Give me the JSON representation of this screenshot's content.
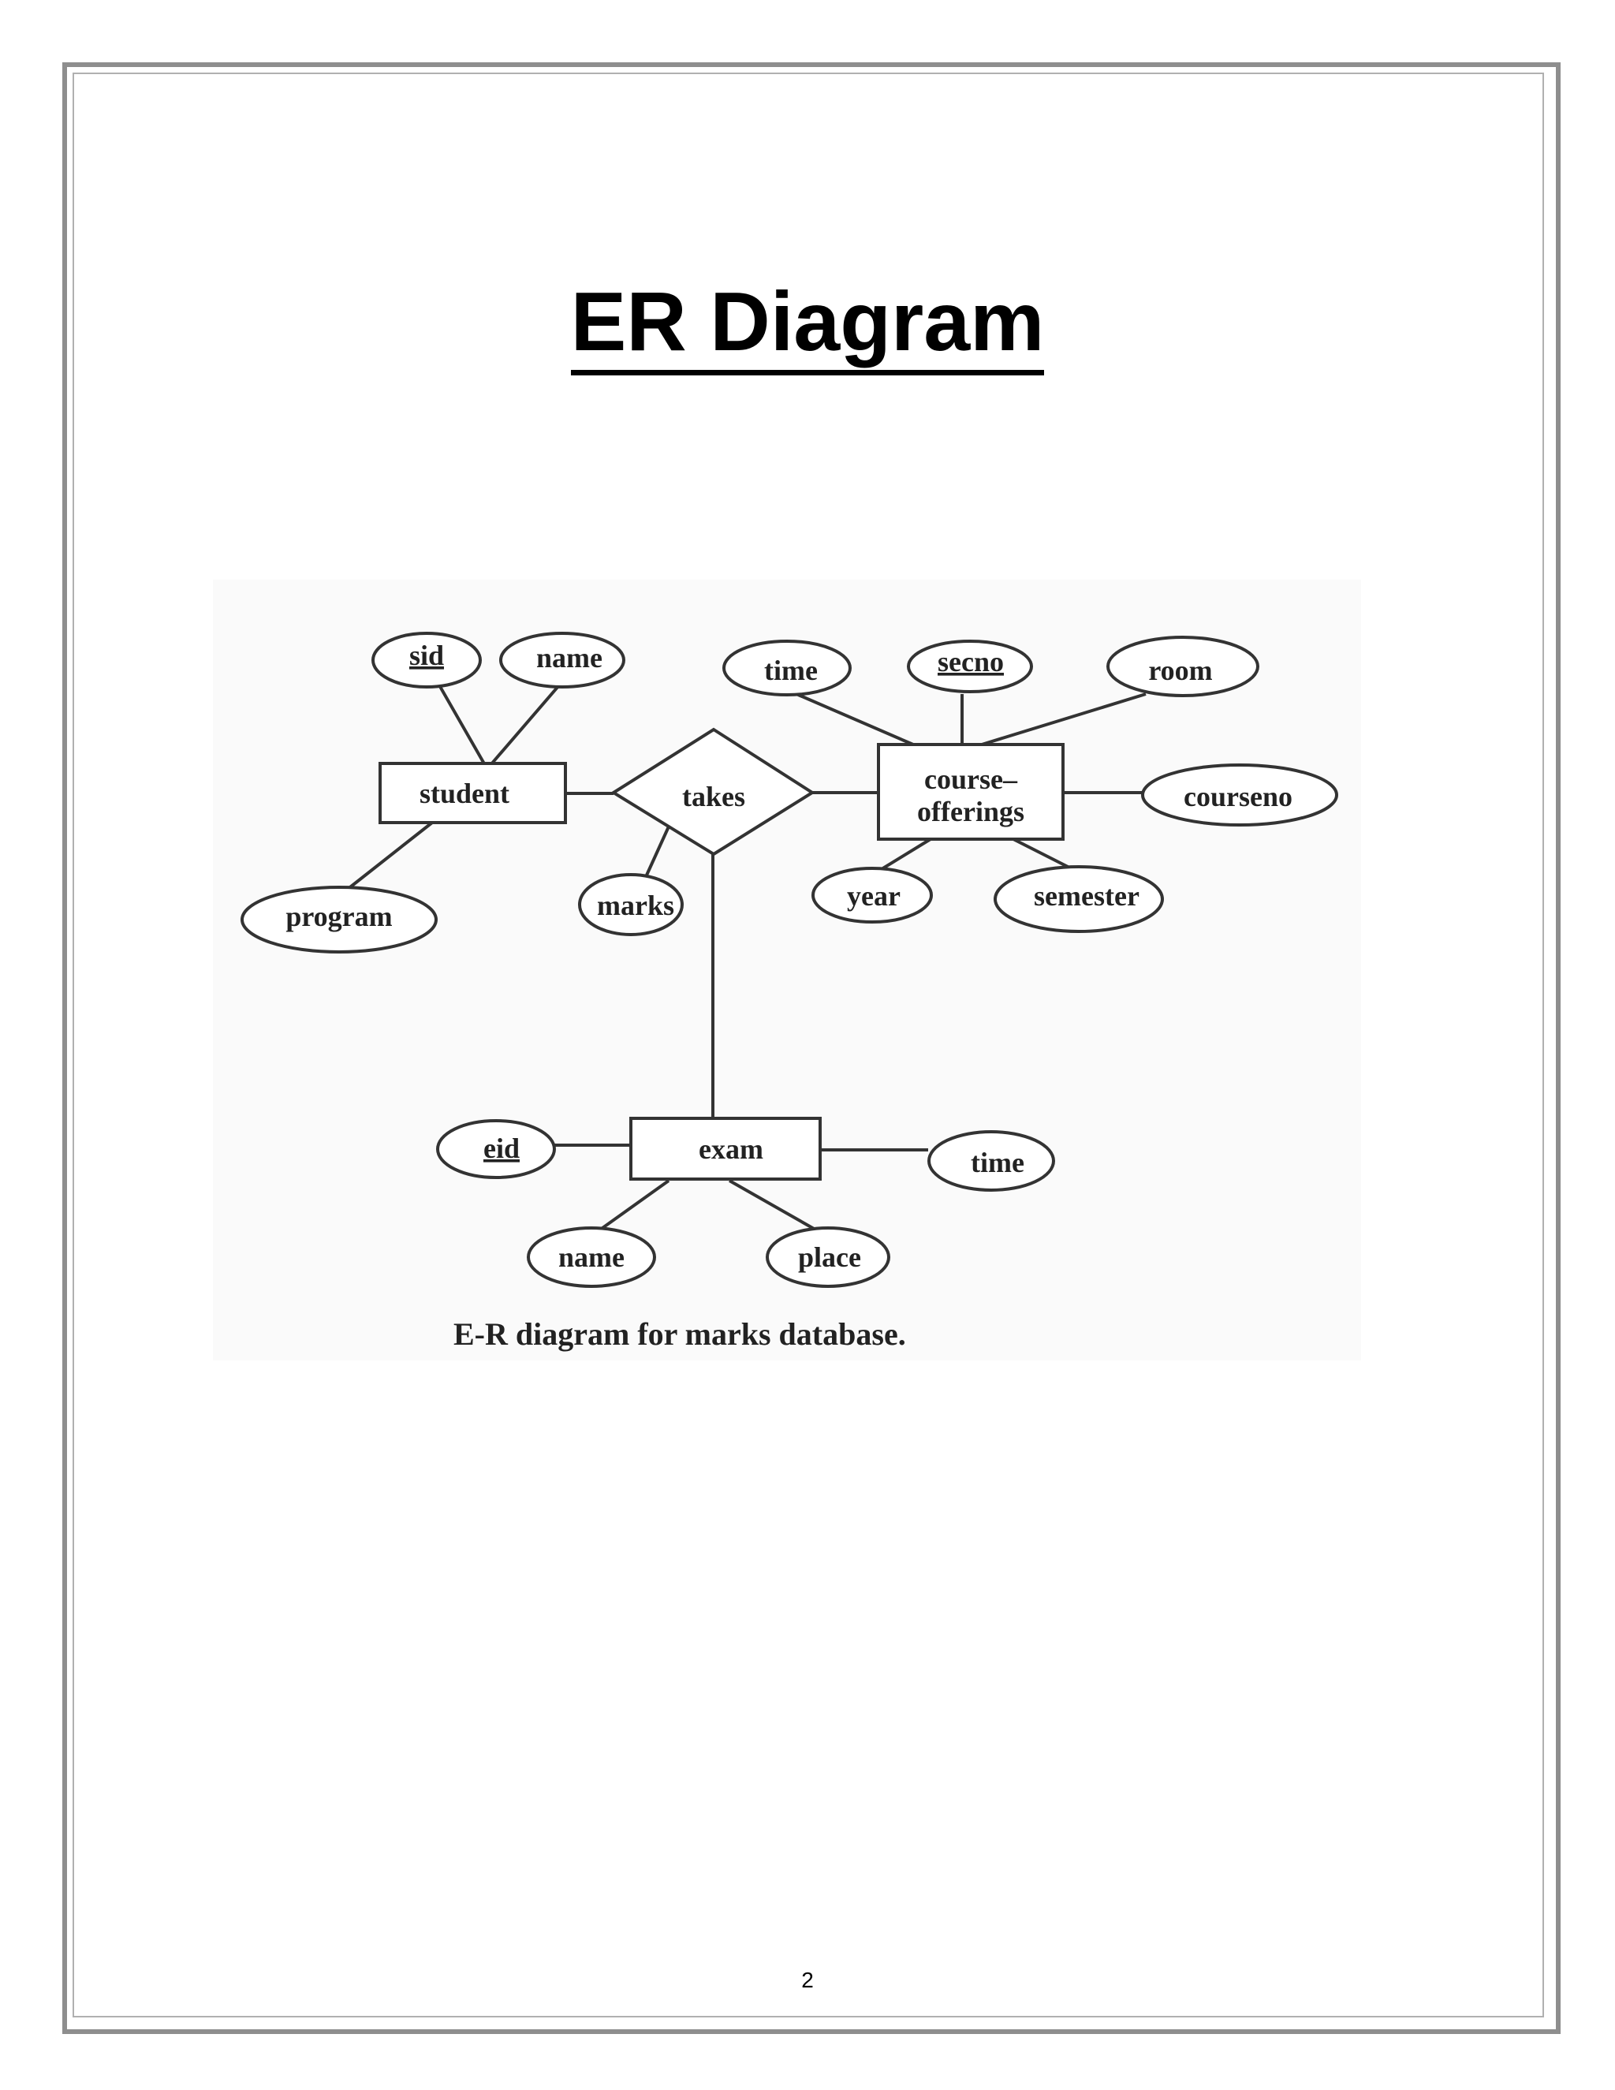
{
  "page": {
    "title": "ER Diagram",
    "page_number": "2"
  },
  "diagram": {
    "caption": "E-R diagram for marks database.",
    "entities": {
      "student": "student",
      "course_offerings_line1": "course–",
      "course_offerings_line2": "offerings",
      "exam": "exam"
    },
    "relationships": {
      "takes": "takes"
    },
    "attributes": {
      "student_sid": "sid",
      "student_name": "name",
      "student_program": "program",
      "takes_marks": "marks",
      "course_time": "time",
      "course_secno": "secno",
      "course_room": "room",
      "course_courseno": "courseno",
      "course_year": "year",
      "course_semester": "semester",
      "exam_eid": "eid",
      "exam_name": "name",
      "exam_place": "place",
      "exam_time": "time"
    }
  }
}
